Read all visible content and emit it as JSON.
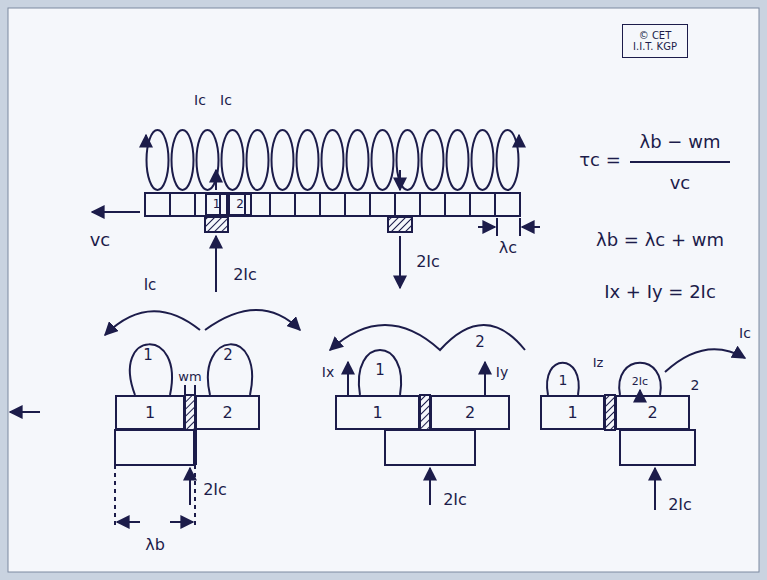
{
  "diagram": {
    "nodes": [
      {
        "text": [
          "© CET I.I.T. KGP"
        ]
      },
      {
        "text": [
          "1"
        ]
      },
      {
        "text": [
          "2"
        ]
      },
      {
        "text": [
          "1"
        ]
      },
      {
        "text": [
          "2"
        ]
      },
      {
        "text": [
          "1"
        ]
      },
      {
        "text": [
          "2"
        ]
      },
      {
        "text": [
          "1"
        ]
      },
      {
        "text": [
          "2"
        ]
      }
    ],
    "labels": [
      "Ic",
      "Ic",
      "τc =",
      "λb − wm",
      "vc",
      "vc",
      "λc",
      "2Ic",
      "2Ic",
      "λb = λc + wm",
      "Ix + Iy = 2Ic",
      "Ic",
      "1",
      "2",
      "wm",
      "λb",
      "2Ic",
      "1",
      "2",
      "Ix",
      "Iy",
      "2Ic",
      "1",
      "Iz",
      "2",
      "2Ic",
      "Ic",
      "2Ic"
    ]
  }
}
